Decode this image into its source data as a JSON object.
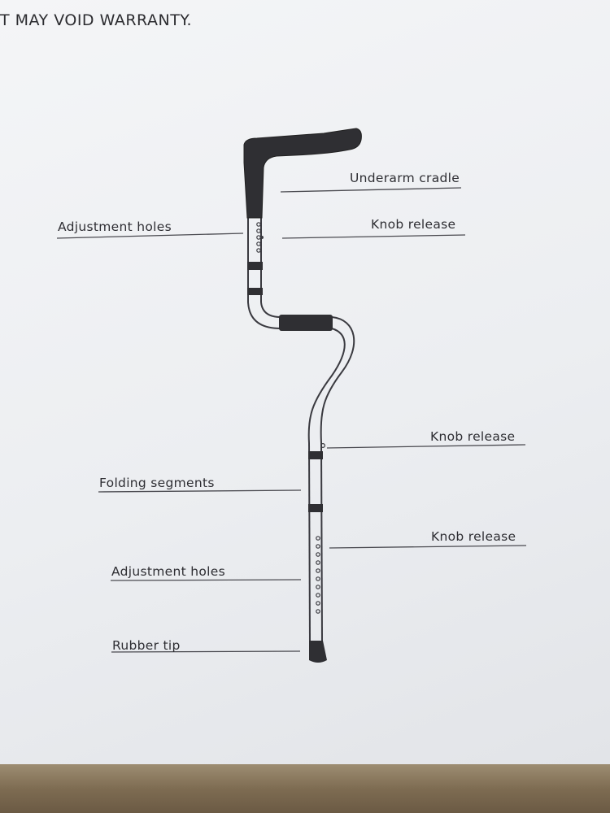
{
  "header": {
    "warning_text": "T MAY VOID WARRANTY."
  },
  "diagram": {
    "labels": {
      "underarm_cradle": "Underarm cradle",
      "knob_release_top": "Knob release",
      "adjustment_holes_top": "Adjustment holes",
      "knob_release_middle": "Knob release",
      "folding_segments": "Folding segments",
      "knob_release_bottom": "Knob release",
      "adjustment_holes_bottom": "Adjustment holes",
      "rubber_tip": "Rubber tip"
    }
  },
  "colors": {
    "ink": "#2e2e33",
    "line": "#4a4a50",
    "paper": "#eef0f3"
  }
}
